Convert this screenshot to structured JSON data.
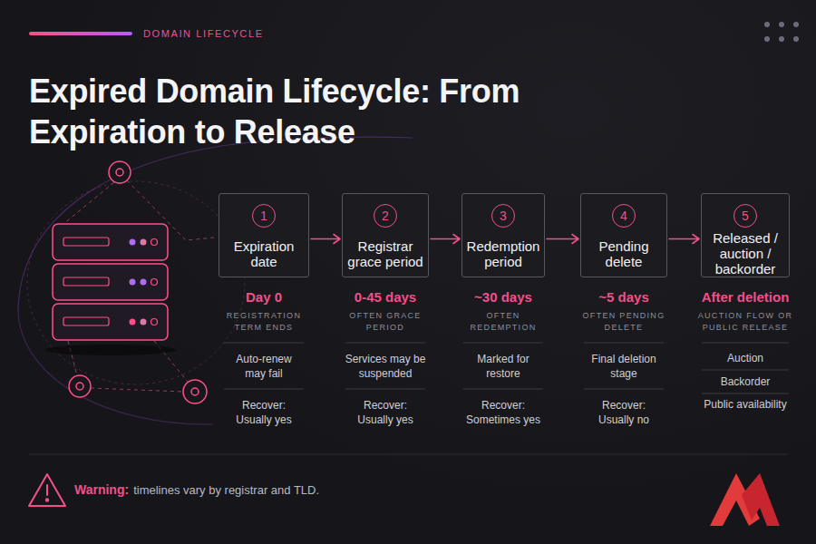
{
  "diagram": {
    "title": "Expired Domain Lifecycle: From Expiration to Release",
    "nodes": [
      {
        "text": [
          "Expiration date"
        ]
      },
      {
        "text": [
          "1"
        ],
        "in": 0
      },
      {
        "text": [
          "Registrar grace period"
        ]
      },
      {
        "text": [
          "2"
        ],
        "in": 2
      },
      {
        "text": [
          "Redemption period"
        ]
      },
      {
        "text": [
          "3"
        ],
        "in": 4
      },
      {
        "text": [
          "Pending delete"
        ]
      },
      {
        "text": [
          "4"
        ],
        "in": 6
      },
      {
        "text": [
          "Released / auction / backorder"
        ]
      },
      {
        "text": [
          "5"
        ],
        "in": 8
      }
    ],
    "edges": [
      {
        "from": 0,
        "to": 2,
        "arrow": "to"
      },
      {
        "from": 2,
        "to": 4,
        "arrow": "to"
      },
      {
        "from": 4,
        "to": 6,
        "arrow": "to"
      },
      {
        "from": 6,
        "to": 8,
        "arrow": "to"
      }
    ],
    "labels": [
      "DOMAIN LIFECYCLE",
      "Day 0",
      "REGISTRATION TERM ENDS",
      "Auto-renew may fail",
      "Recover: Usually yes",
      "0-45 days",
      "OFTEN GRACE PERIOD",
      "Services may be suspended",
      "Recover: Usually yes",
      "~30 days",
      "OFTEN REDEMPTION",
      "Marked for restore",
      "Recover: Sometimes yes",
      "~5 days",
      "OFTEN PENDING DELETE",
      "Final deletion stage",
      "Recover: Usually no",
      "After deletion",
      "AUCTION FLOW OR PUBLIC RELEASE",
      "Auction",
      "Backorder",
      "Public availability",
      "Warning:",
      "timelines vary by registrar and TLD."
    ]
  }
}
